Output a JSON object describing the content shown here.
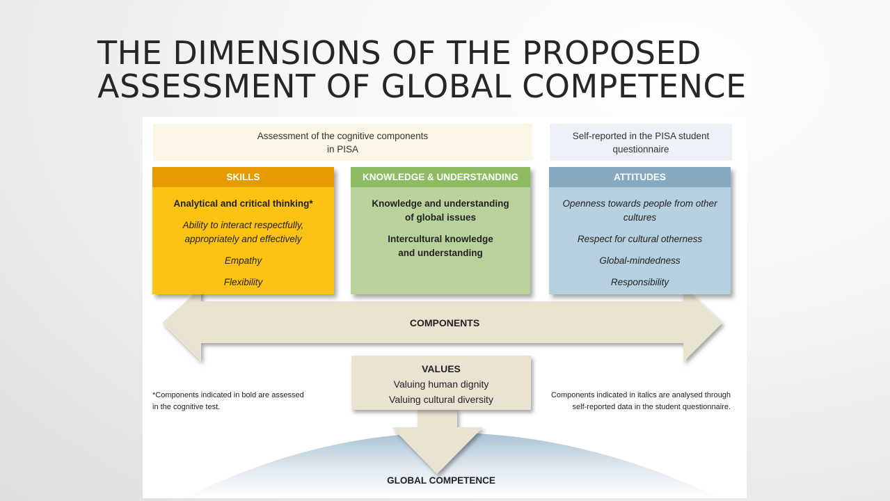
{
  "title": {
    "line1": "THE DIMENSIONS OF THE PROPOSED",
    "line2": "ASSESSMENT OF GLOBAL COMPETENCE"
  },
  "header_left": {
    "line1": "Assessment of the cognitive components",
    "line2": "in PISA"
  },
  "header_right": {
    "line1": "Self-reported in the PISA student",
    "line2": "questionnaire"
  },
  "skills": {
    "title": "SKILLS",
    "items": [
      "Analytical and critical thinking*",
      "Ability to interact respectfully, appropriately and effectively",
      "Empathy",
      "Flexibility"
    ]
  },
  "knowledge": {
    "title": "KNOWLEDGE & UNDERSTANDING",
    "items": [
      "Knowledge and understanding of global issues",
      "Intercultural knowledge and understanding"
    ]
  },
  "attitudes": {
    "title": "ATTITUDES",
    "items": [
      "Openness towards people from other cultures",
      "Respect for cultural otherness",
      "Global-mindedness",
      "Responsibility"
    ]
  },
  "components_label": "COMPONENTS",
  "values": {
    "title": "VALUES",
    "items": [
      "Valuing human dignity",
      "Valuing cultural diversity"
    ]
  },
  "note_left": {
    "line1": "*Components indicated in bold are assessed",
    "line2": "in the cognitive test."
  },
  "note_right": {
    "line1": "Components indicated in italics are analysed through",
    "line2": "self-reported data in the student questionnaire."
  },
  "global_competence_label": "GLOBAL COMPETENCE",
  "colors": {
    "skills": "#fcc314",
    "skills_header": "#e59a00",
    "knowledge": "#b9d29b",
    "knowledge_header": "#8fbb63",
    "attitudes": "#b7d0e0",
    "attitudes_header": "#86a9c2",
    "arrow_fill": "#ebe3d2",
    "globe": "#b3c9d8"
  }
}
